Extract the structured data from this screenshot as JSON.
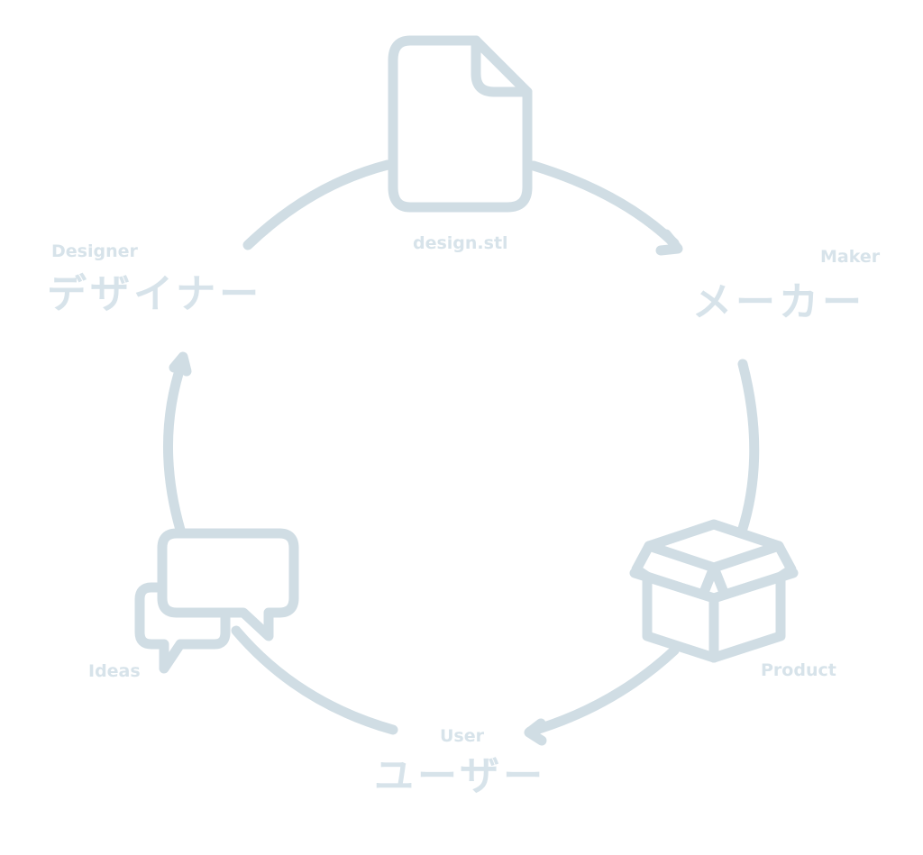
{
  "palette": {
    "stroke": "#d0dde4",
    "text": "#d7e3ea",
    "background": "#ffffff"
  },
  "nodes": {
    "designer": {
      "en": "Designer",
      "ja": "デザイナー"
    },
    "maker": {
      "en": "Maker",
      "ja": "メーカー"
    },
    "user": {
      "en": "User",
      "ja": "ユーザー"
    }
  },
  "artifacts": {
    "file": {
      "label": "design.stl",
      "icon": "document-icon"
    },
    "product": {
      "label": "Product",
      "icon": "box-icon"
    },
    "ideas": {
      "label": "Ideas",
      "icon": "chat-bubbles-icon"
    }
  }
}
